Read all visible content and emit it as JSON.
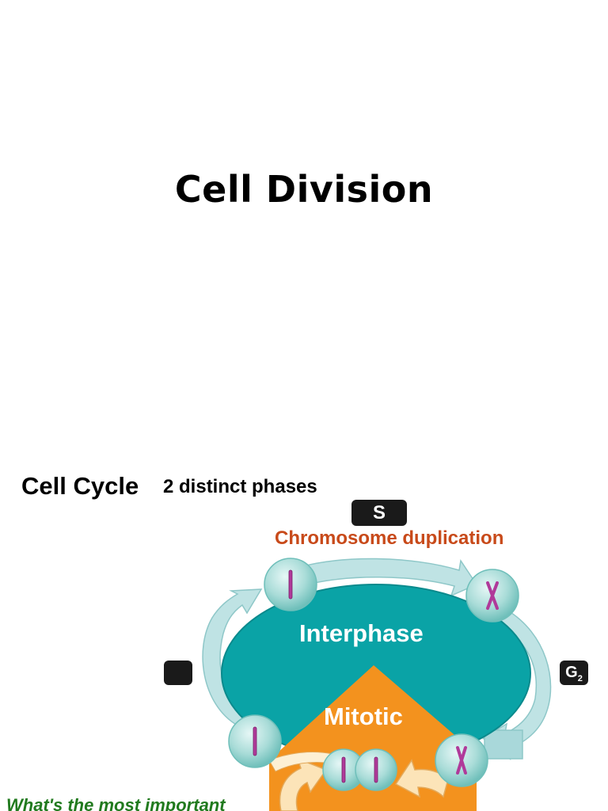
{
  "slide1": {
    "title": "Cell Division"
  },
  "slide2": {
    "title": "Cell Cycle",
    "subtitle": "2 distinct phases",
    "s_phase_label": "S",
    "s_phase_caption": "Chromosome duplication",
    "interphase_label": "Interphase",
    "mitotic_label": "Mitotic",
    "g1_label": "",
    "g2_label": "G",
    "g2_subscript": "2",
    "question": "What's the most important"
  },
  "colors": {
    "interphase": "#0aa3a6",
    "mitotic": "#f3921e",
    "arrow": "#bfe3e4",
    "caption": "#c84a1a",
    "question": "#217a1e"
  }
}
